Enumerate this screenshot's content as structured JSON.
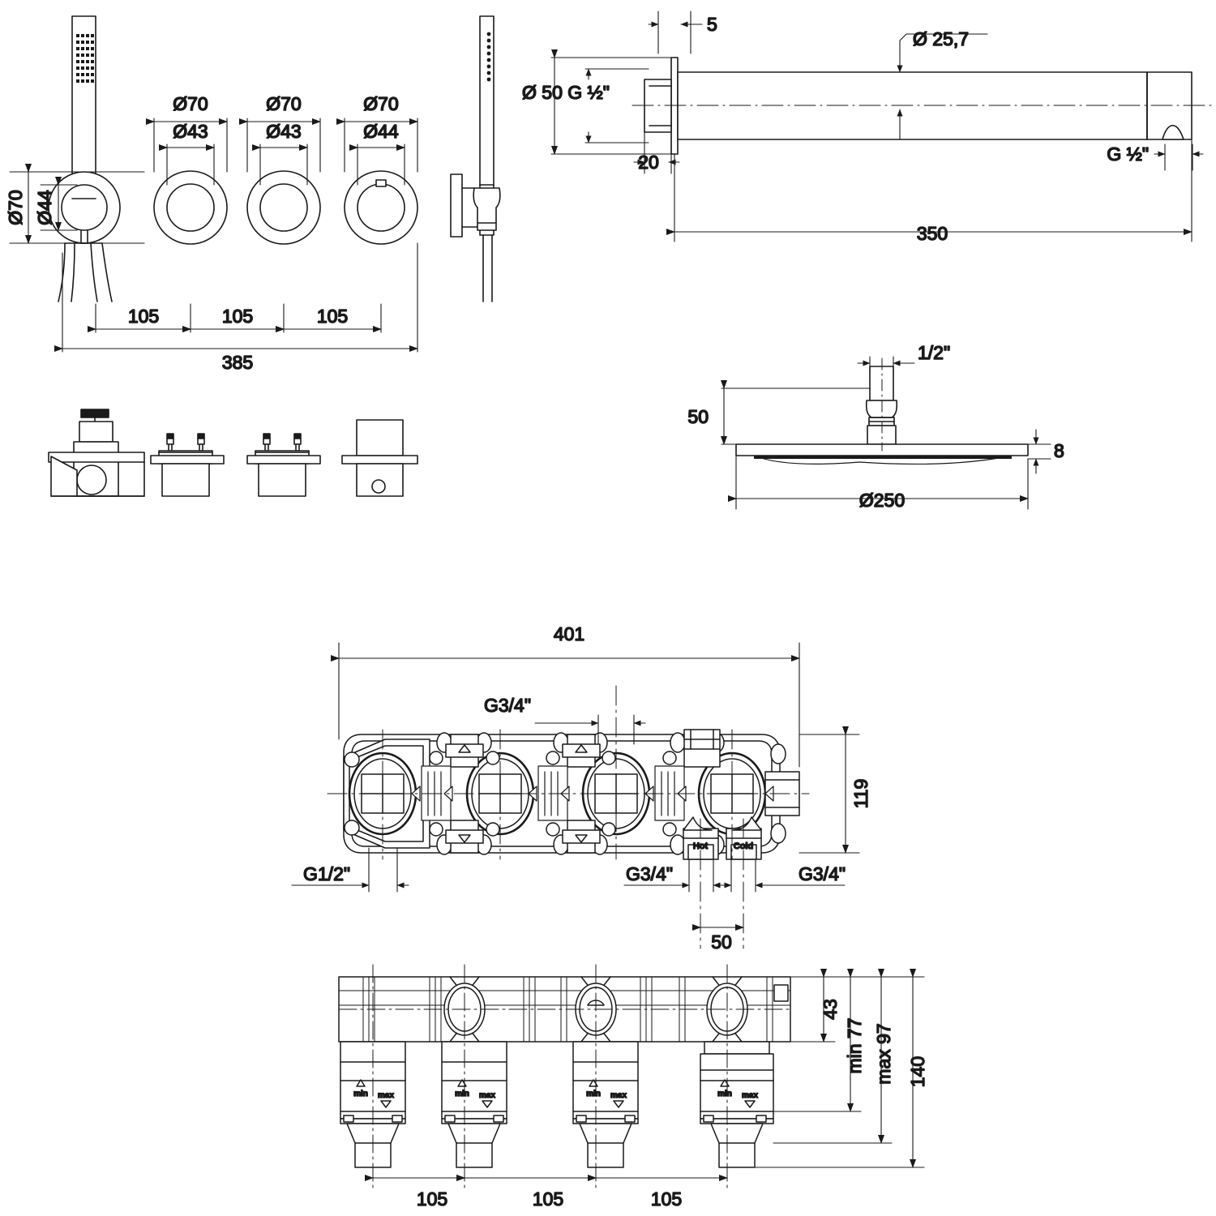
{
  "drawing": {
    "type": "technical-dimension-drawing",
    "subject": "Concealed 4-handle shower mixer set with handshower, wall spout and rain head",
    "units": "mm"
  },
  "views": {
    "trim_front": {
      "name": "Trim plate front view",
      "dims": {
        "handshower_rose_outer": "Ø70",
        "handshower_rose_inner": "Ø44",
        "handle1_outer": "Ø70",
        "handle1_inner": "Ø43",
        "handle2_outer": "Ø70",
        "handle2_inner": "Ø43",
        "handle3_outer": "Ø70",
        "handle3_inner": "Ø44",
        "spacing_1": "105",
        "spacing_2": "105",
        "spacing_3": "105",
        "overall_width": "385"
      }
    },
    "spout": {
      "name": "Wall spout side view",
      "dims": {
        "flange_thickness": "5",
        "flange_diameter_and_thread": "Ø 50 G ½\"",
        "collar_length": "20",
        "tube_diameter": "Ø 25,7",
        "outlet_thread": "G ½\"",
        "projection": "350"
      }
    },
    "rain_head": {
      "name": "Rain shower head side view",
      "dims": {
        "inlet_thread": "1/2\"",
        "height_to_face": "50",
        "plate_thickness": "8",
        "plate_diameter": "Ø250"
      }
    },
    "cartridges_row": {
      "name": "Cartridge and valve components row",
      "items": [
        "thermostatic-cartridge",
        "stop-valve-cartridge-a",
        "stop-valve-cartridge-b",
        "diverter-cartridge"
      ]
    },
    "body_front": {
      "name": "Concealed body front view",
      "dims": {
        "overall_length": "401",
        "height": "119",
        "outlet_top": "G3/4\"",
        "outlet_left": "G1/2\"",
        "inlet_hot": "G3/4\"",
        "inlet_cold": "G3/4\"",
        "inlet_centres": "50"
      },
      "port_labels": {
        "hot": "Hot",
        "cold": "Cold"
      }
    },
    "body_top": {
      "name": "Concealed body plan / depth view",
      "dims": {
        "body_depth": "43",
        "min_depth": "min 77",
        "max_depth": "max 97",
        "overall_depth": "140",
        "spacing_1": "105",
        "spacing_2": "105",
        "spacing_3": "105"
      },
      "depth_marks": {
        "min": "min",
        "max": "max"
      }
    }
  },
  "colors": {
    "line": "#1a1a1a",
    "background": "#ffffff",
    "fill": "#ffffff"
  }
}
